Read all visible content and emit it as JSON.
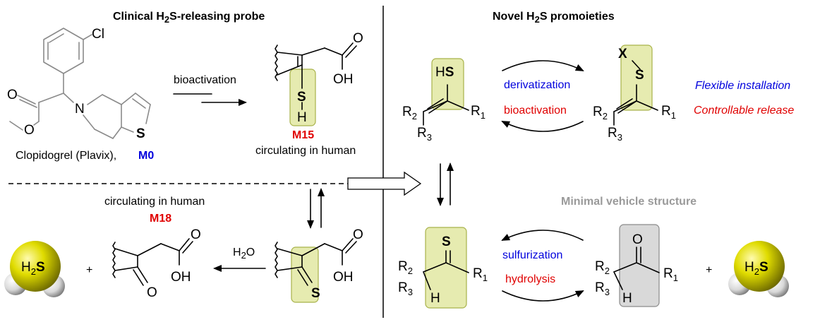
{
  "headers": {
    "left": "Clinical H2S-releasing probe",
    "right": "Novel H2S promoieties",
    "minimal": "Minimal vehicle structure"
  },
  "labels": {
    "clopidogrel": "Clopidogrel (Plavix),",
    "m0": "M0",
    "m15": "M15",
    "m15_note": "circulating in human",
    "m18_note": "circulating in human",
    "m18": "M18",
    "bioactivation_left": "bioactivation",
    "h2o": "H2O",
    "plus": "+",
    "derivatization": "derivatization",
    "bioactivation_right": "bioactivation",
    "flexible": "Flexible installation",
    "controllable": "Controllable release",
    "sulfurization": "sulfurization",
    "hydrolysis": "hydrolysis"
  },
  "atoms": {
    "Cl": "Cl",
    "N": "N",
    "O": "O",
    "S": "S",
    "OH": "OH",
    "H": "H",
    "HS": "HS",
    "X": "X",
    "R1": "R1",
    "R2": "R2",
    "R3": "R3",
    "H2S": "H2S"
  },
  "colors": {
    "red": "#e00000",
    "blue": "#0000dd",
    "grey": "#9a9a9a",
    "highlight": "#e6ebb0",
    "sphere_yellow": "#e0dc00",
    "sphere_white": "#e8e8e8"
  }
}
